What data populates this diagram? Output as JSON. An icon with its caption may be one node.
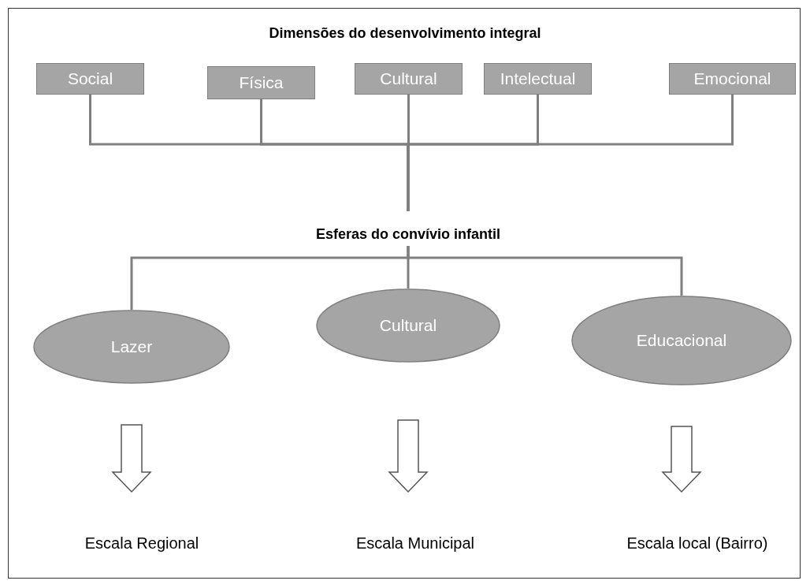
{
  "diagram": {
    "title": "Dimensões do desenvolvimento integral",
    "nodes": [
      {
        "text": [
          "Social"
        ]
      },
      {
        "text": [
          "Física"
        ]
      },
      {
        "text": [
          "Cultural"
        ]
      },
      {
        "text": [
          "Intelectual"
        ]
      },
      {
        "text": [
          "Emocional"
        ]
      },
      {
        "text": [
          "Esferas do convívio infantil"
        ]
      },
      {
        "text": [
          "Lazer"
        ]
      },
      {
        "text": [
          "Cultural"
        ]
      },
      {
        "text": [
          "Educacional"
        ]
      },
      {
        "text": [
          "Escala Regional"
        ]
      },
      {
        "text": [
          "Escala Municipal"
        ]
      },
      {
        "text": [
          "Escala local (Bairro)"
        ]
      }
    ],
    "edges": [
      {
        "from": 0,
        "to": 5,
        "arrow": "none"
      },
      {
        "from": 1,
        "to": 5,
        "arrow": "none"
      },
      {
        "from": 2,
        "to": 5,
        "arrow": "none"
      },
      {
        "from": 3,
        "to": 5,
        "arrow": "none"
      },
      {
        "from": 4,
        "to": 5,
        "arrow": "none"
      },
      {
        "from": 5,
        "to": 6,
        "arrow": "none"
      },
      {
        "from": 5,
        "to": 7,
        "arrow": "none"
      },
      {
        "from": 5,
        "to": 8,
        "arrow": "none"
      },
      {
        "from": 6,
        "to": 9,
        "arrow": "to"
      },
      {
        "from": 7,
        "to": 10,
        "arrow": "to"
      },
      {
        "from": 8,
        "to": 11,
        "arrow": "to"
      }
    ]
  }
}
